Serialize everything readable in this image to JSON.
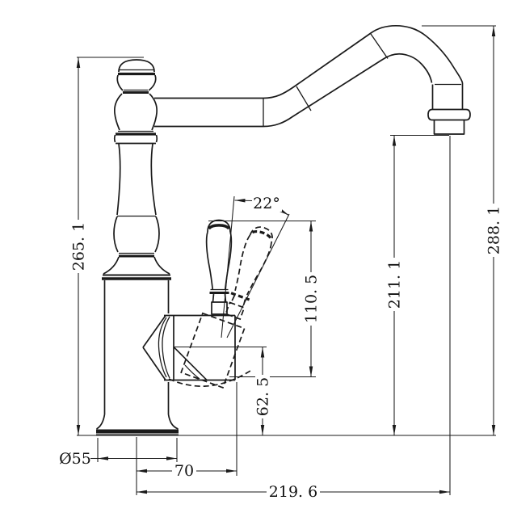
{
  "drawing": {
    "subject": "faucet side elevation technical drawing",
    "colors": {
      "background": "#ffffff",
      "line": "#1a1a1a"
    },
    "dimensions": {
      "body_height": "265. 1",
      "overall_height": "288. 1",
      "outlet_height": "211. 1",
      "handle_height": "110. 5",
      "cartridge_height": "62. 5",
      "handle_angle": "22°",
      "base_diameter": "Ø55",
      "handle_offset": "70",
      "spout_reach": "219. 6"
    }
  }
}
